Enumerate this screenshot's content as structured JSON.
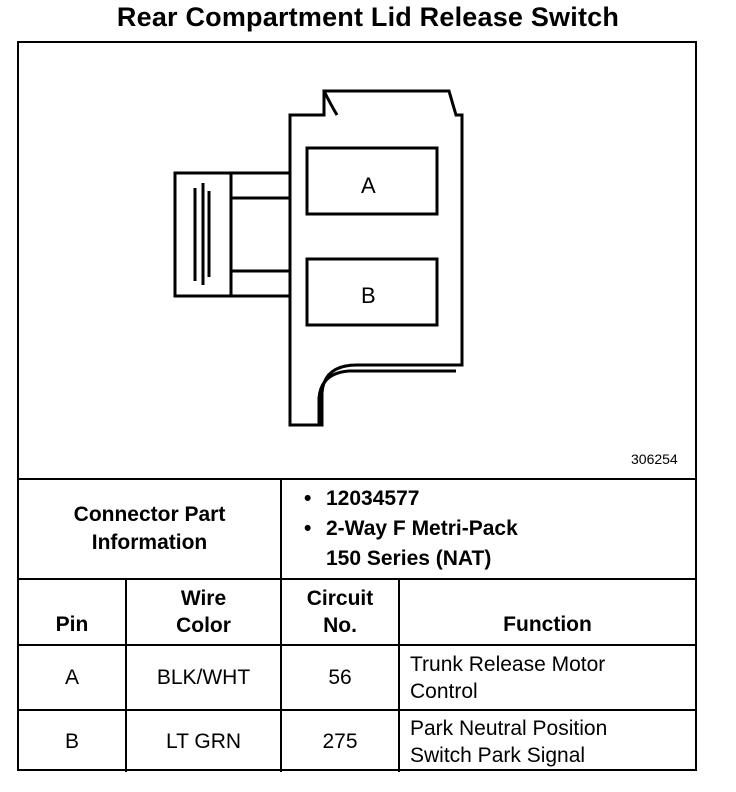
{
  "title": "Rear Compartment Lid Release Switch",
  "diagram": {
    "figure_id": "306254",
    "cavity_labels": [
      "A",
      "B"
    ]
  },
  "connector_info": {
    "label": "Connector Part Information",
    "part_number": "12034577",
    "description_line1": "2-Way F Metri-Pack",
    "description_line2": "150 Series (NAT)"
  },
  "pin_table": {
    "headers": {
      "pin": "Pin",
      "wire_color_line1": "Wire",
      "wire_color_line2": "Color",
      "circuit_line1": "Circuit",
      "circuit_line2": "No.",
      "function": "Function"
    },
    "rows": [
      {
        "pin": "A",
        "wire_color": "BLK/WHT",
        "circuit": "56",
        "function_line1": "Trunk Release Motor",
        "function_line2": "Control"
      },
      {
        "pin": "B",
        "wire_color": "LT GRN",
        "circuit": "275",
        "function_line1": "Park Neutral Position",
        "function_line2": "Switch Park Signal"
      }
    ]
  }
}
